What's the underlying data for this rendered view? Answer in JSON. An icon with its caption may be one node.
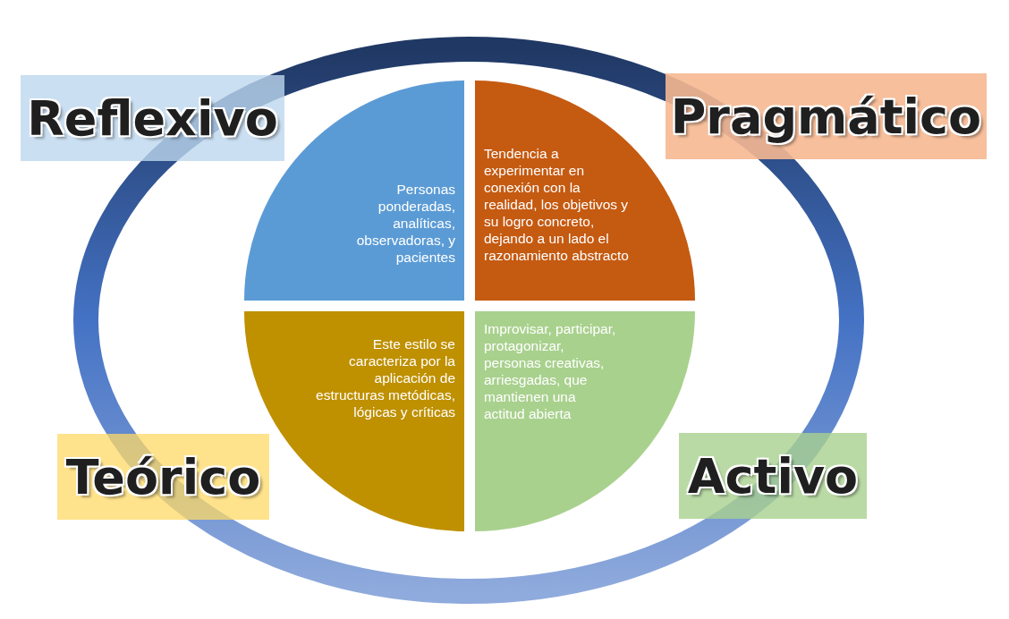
{
  "diagram": {
    "nodes": [
      {
        "text": [
          "Reflexivo"
        ]
      },
      {
        "text": [
          "Pragmático"
        ]
      },
      {
        "text": [
          "Personas ponderadas, analíticas, observadoras, y pacientes"
        ]
      },
      {
        "text": [
          "Tendencia a experimentar en conexión con la realidad, los objetivos y su logro concreto, dejando a un lado el razonamiento abstracto"
        ]
      },
      {
        "text": [
          "Este estilo se caracteriza por la aplicación de estructuras metódicas, lógicas y críticas"
        ]
      },
      {
        "text": [
          "Improvisar, participar, protagonizar, personas creativas, arriesgadas, que mantienen una actitud abierta"
        ]
      },
      {
        "text": [
          "Teórico"
        ]
      },
      {
        "text": [
          "Activo"
        ]
      }
    ]
  }
}
